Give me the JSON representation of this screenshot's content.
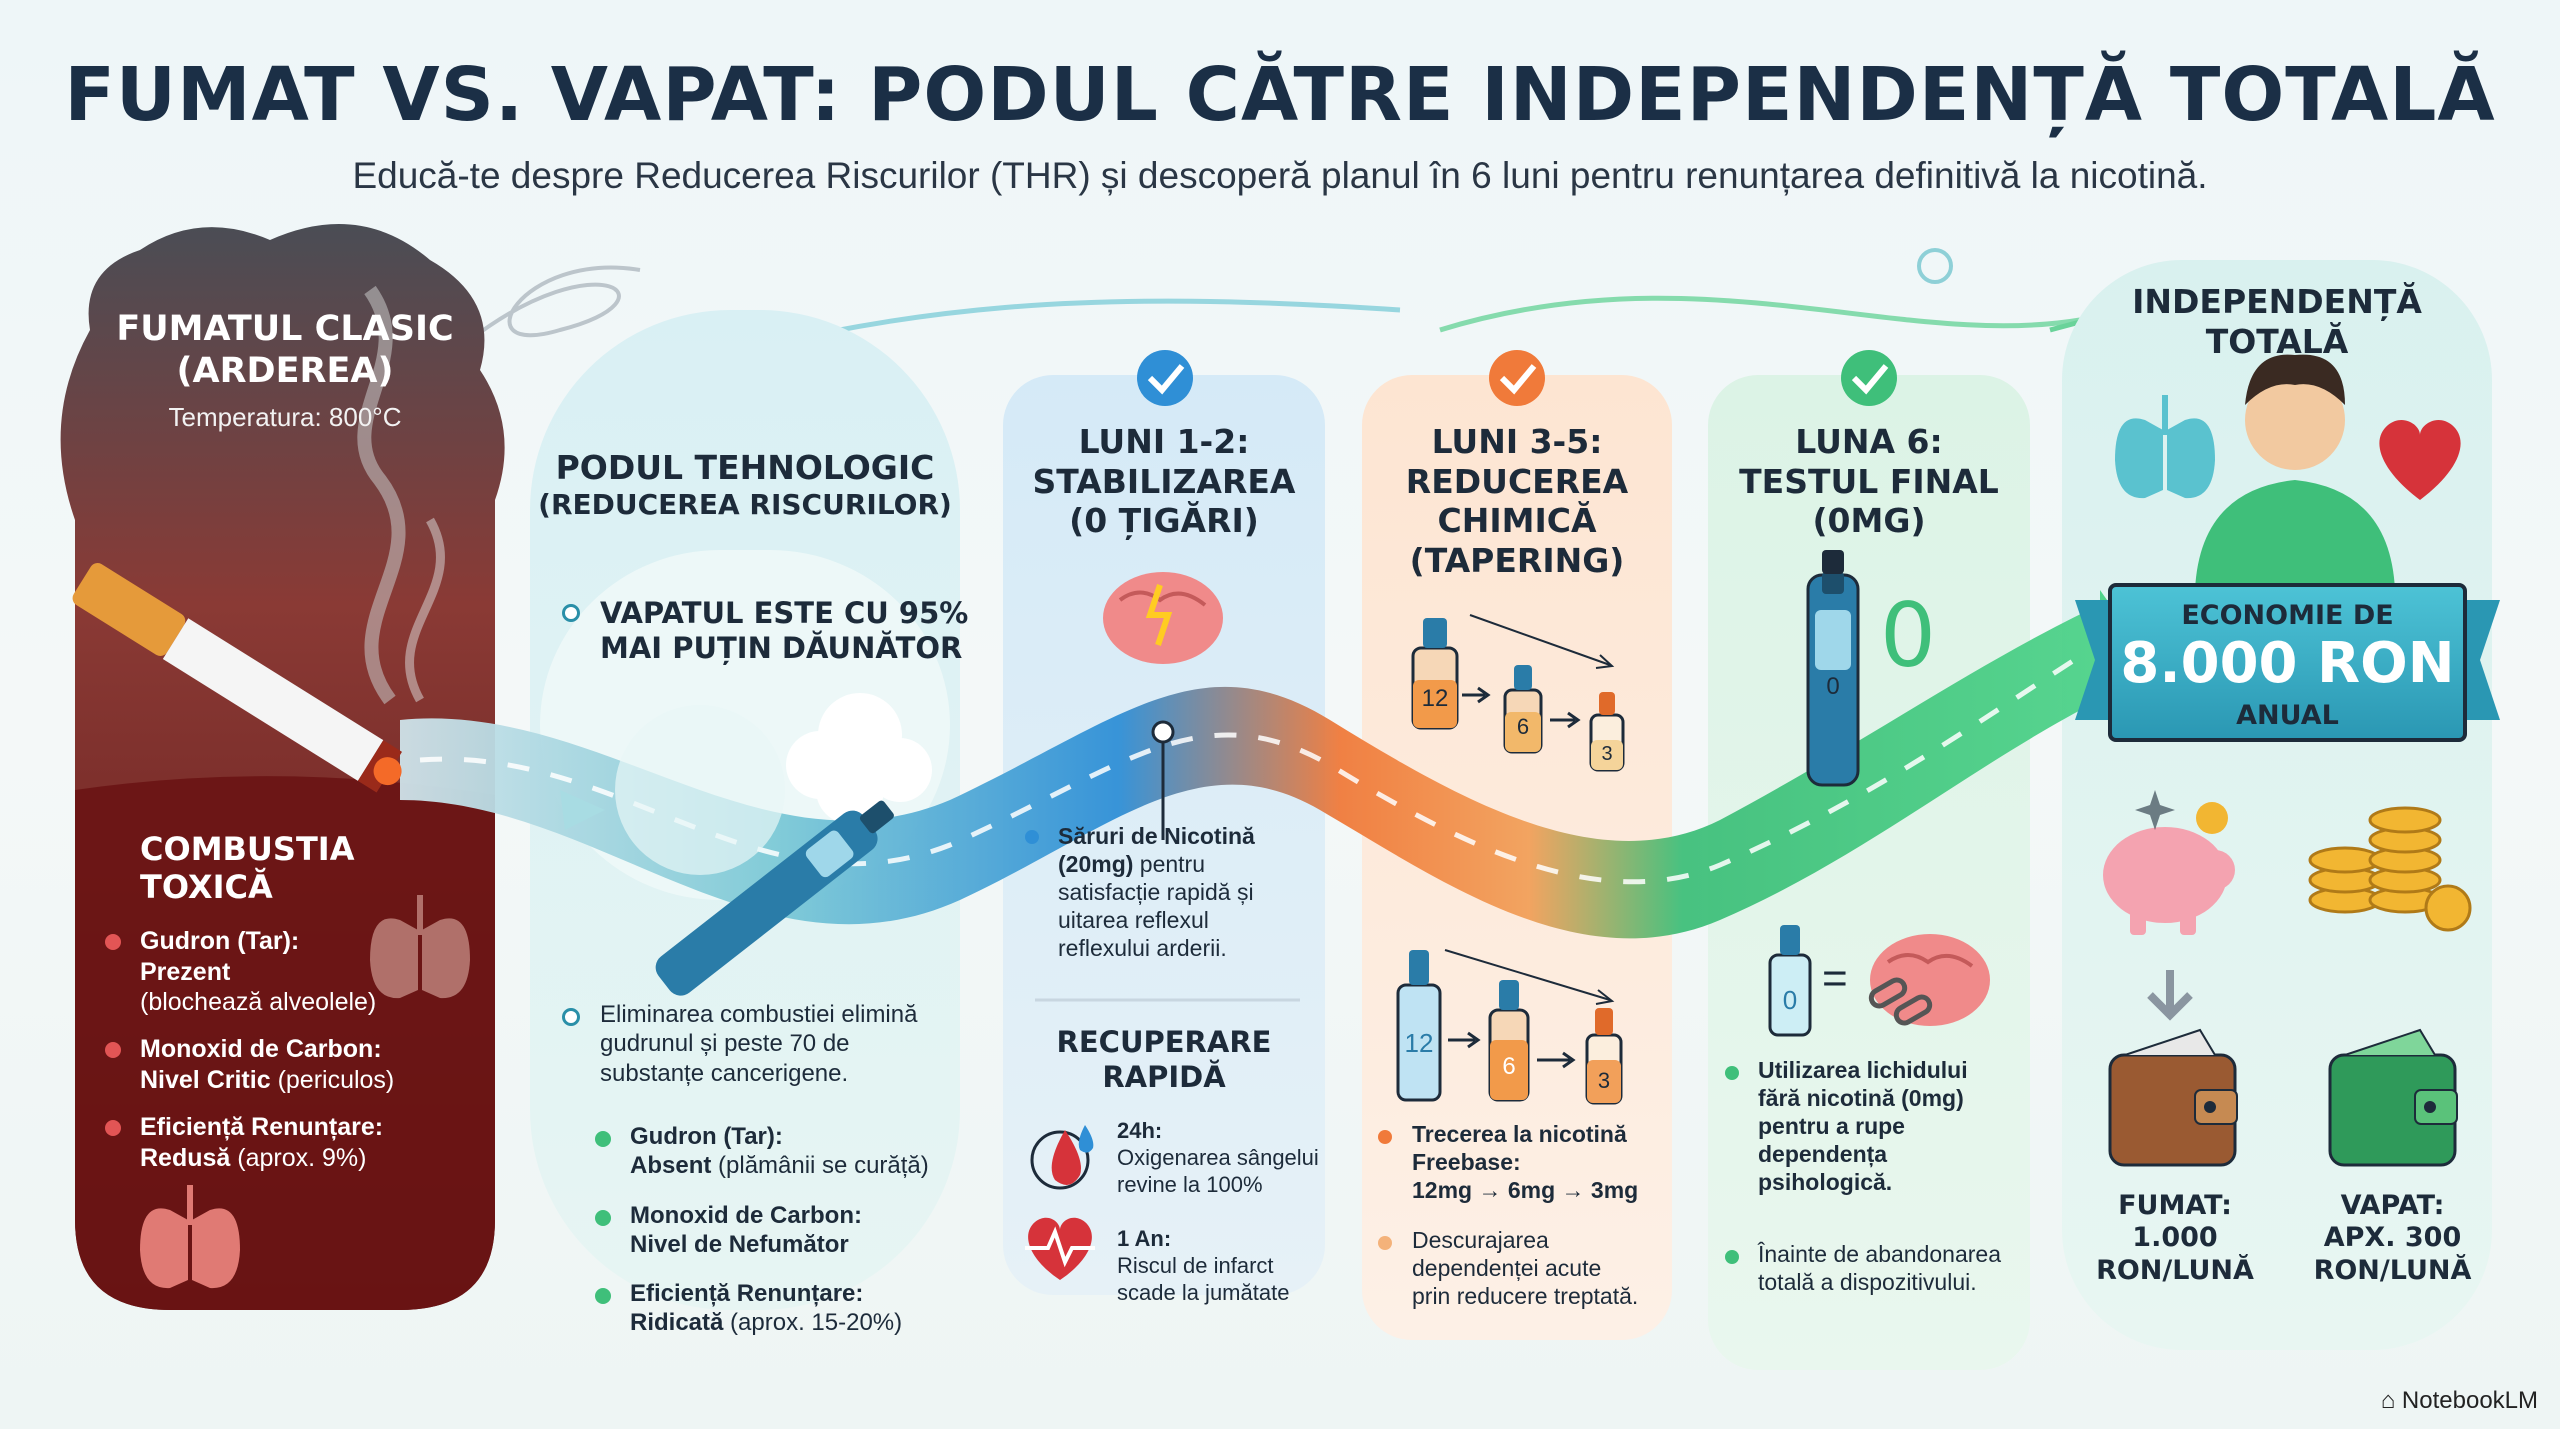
{
  "header": {
    "title": "FUMAT VS. VAPAT: PODUL CĂTRE INDEPENDENȚĂ TOTALĂ",
    "subtitle": "Educă-te despre Reducerea Riscurilor (THR) și descoperă planul în 6 luni pentru renunțarea definitivă la nicotină."
  },
  "smoking": {
    "title_line1": "FUMATUL CLASIC",
    "title_line2": "(ARDEREA)",
    "temperature": "Temperatura: 800°C",
    "section_line1": "COMBUSTIA",
    "section_line2": "TOXICĂ",
    "items": [
      {
        "label": "Gudron (Tar):",
        "value": "Prezent",
        "note": "(blochează alveolele)"
      },
      {
        "label": "Monoxid de Carbon:",
        "value": "Nivel Critic",
        "note": "(periculos)"
      },
      {
        "label": "Eficiență Renunțare:",
        "value": "Redusă",
        "note": "(aprox. 9%)"
      }
    ]
  },
  "bridge": {
    "title_line1": "PODUL TEHNOLOGIC",
    "title_line2": "(REDUCEREA RISCURILOR)",
    "headline_line1": "VAPATUL ESTE CU 95%",
    "headline_line2": "MAI PUȚIN DĂUNĂTOR",
    "elimination_line1": "Eliminarea combustiei elimină",
    "elimination_line2": "gudrunul și peste 70 de",
    "elimination_line3": "substanțe cancerigene.",
    "items": [
      {
        "label": "Gudron (Tar):",
        "value": "Absent",
        "note": "(plămânii se curăță)"
      },
      {
        "label": "Monoxid de Carbon:",
        "value": "Nivel de Nefumător",
        "note": ""
      },
      {
        "label": "Eficiență Renunțare:",
        "value": "Ridicată",
        "note": "(aprox. 15-20%)"
      }
    ]
  },
  "phase1": {
    "title_line1": "LUNI 1-2:",
    "title_line2": "STABILIZAREA",
    "title_line3": "(0 ȚIGĂRI)",
    "desc_bold_line1": "Săruri de Nicotină",
    "desc_bold_line2": "(20mg)",
    "desc_line2": "pentru",
    "desc_line3": "satisfacție rapidă și",
    "desc_line4": "uitarea reflexul",
    "desc_line5": "reflexului arderii.",
    "recovery_line1": "RECUPERARE",
    "recovery_line2": "RAPIDĂ",
    "recovery": [
      {
        "time": "24h:",
        "line1": "Oxigenarea sângelui",
        "line2": "revine la 100%"
      },
      {
        "time": "1 An:",
        "line1": "Riscul de infarct",
        "line2": "scade la jumătate"
      }
    ]
  },
  "phase2": {
    "title_line1": "LUNI 3-5:",
    "title_line2": "REDUCEREA",
    "title_line3": "CHIMICĂ",
    "title_line4": "(TAPERING)",
    "bottle_labels_top": [
      "12",
      "6",
      "3"
    ],
    "bottle_labels_bottom": [
      "12",
      "6",
      "3"
    ],
    "step_line1": "Trecerea la nicotină",
    "step_line2": "Freebase:",
    "step_line3": "12mg → 6mg → 3mg",
    "note_line1": "Descurajarea",
    "note_line2": "dependenței acute",
    "note_line3": "prin reducere treptată."
  },
  "phase3": {
    "title_line1": "LUNA 6:",
    "title_line2": "TESTUL FINAL",
    "title_line3": "(0MG)",
    "device_label": "0",
    "big_zero": "0",
    "bottle_label": "0",
    "equals": "=",
    "desc_line1": "Utilizarea lichidului",
    "desc_line2": "fără nicotină (0mg)",
    "desc_line3": "pentru a rupe",
    "desc_line4": "dependența",
    "desc_line5": "psihologică.",
    "note_line1": "Înainte de abandonarea",
    "note_line2": "totală a dispozitivului."
  },
  "independence": {
    "title_line1": "INDEPENDENȚĂ",
    "title_line2": "TOTALĂ",
    "banner_top": "ECONOMIE DE",
    "banner_value": "8.000 RON",
    "banner_bottom": "ANUAL",
    "smoke_line1": "FUMAT:",
    "smoke_line2": "1.000",
    "smoke_line3": "RON/LUNĂ",
    "vape_line1": "VAPAT:",
    "vape_line2": "APX. 300",
    "vape_line3": "RON/LUNĂ"
  },
  "footer": {
    "brand": "NotebookLM"
  },
  "colors": {
    "title": "#1b2f46",
    "smoke_panel": "#7a2222",
    "bridge": "#3ea7c9",
    "phase1": "#2f8fd6",
    "phase2": "#f07a3a",
    "phase3": "#3fbf7a",
    "banner": "#3bb3c9"
  },
  "icons": [
    "cigarette-icon",
    "smoke-cloud-icon",
    "lungs-icon",
    "vape-pen-icon",
    "vapor-cloud-icon",
    "checkmark-icon",
    "brain-icon",
    "blood-drop-icon",
    "heartbeat-icon",
    "bottle-icon",
    "chain-brain-icon",
    "person-icon",
    "heart-icon",
    "piggy-bank-icon",
    "coins-icon",
    "wallet-icon",
    "arrow-icon"
  ]
}
